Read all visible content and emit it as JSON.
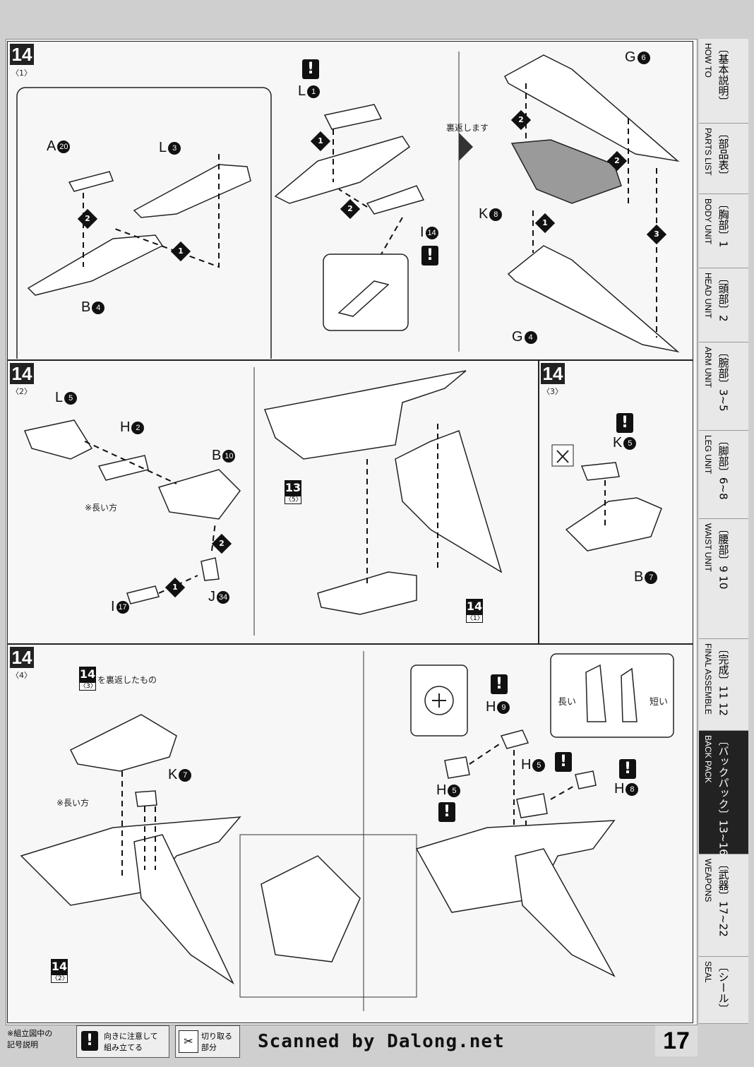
{
  "steps": {
    "s14_1": {
      "number": "14",
      "sub": "〈1〉"
    },
    "s14_2": {
      "number": "14",
      "sub": "〈2〉"
    },
    "s14_3": {
      "number": "14",
      "sub": "〈3〉"
    },
    "s14_4": {
      "number": "14",
      "sub": "〈4〉"
    }
  },
  "parts": {
    "a20": {
      "letter": "A",
      "num": "20"
    },
    "l3": {
      "letter": "L",
      "num": "3"
    },
    "b4": {
      "letter": "B",
      "num": "4"
    },
    "l1": {
      "letter": "L",
      "num": "1"
    },
    "i14": {
      "letter": "I",
      "num": "14"
    },
    "g6": {
      "letter": "G",
      "num": "6"
    },
    "k8": {
      "letter": "K",
      "num": "8"
    },
    "g4": {
      "letter": "G",
      "num": "4"
    },
    "l5": {
      "letter": "L",
      "num": "5"
    },
    "h2": {
      "letter": "H",
      "num": "2"
    },
    "b10": {
      "letter": "B",
      "num": "10"
    },
    "i17": {
      "letter": "I",
      "num": "17"
    },
    "j34": {
      "letter": "J",
      "num": "34"
    },
    "k5": {
      "letter": "K",
      "num": "5"
    },
    "b7": {
      "letter": "B",
      "num": "7"
    },
    "k7": {
      "letter": "K",
      "num": "7"
    },
    "h9": {
      "letter": "H",
      "num": "9"
    },
    "h5a": {
      "letter": "H",
      "num": "5"
    },
    "h5b": {
      "letter": "H",
      "num": "5"
    },
    "h8": {
      "letter": "H",
      "num": "8"
    }
  },
  "notes": {
    "flip": "裏返します",
    "long1": "※長い方",
    "long2": "※長い方",
    "flipped_ref": "を裏返したもの",
    "long_label": "長い",
    "short_label": "短い"
  },
  "refs": {
    "r13_5": {
      "n": "13",
      "s": "〈5〉"
    },
    "r14_1": {
      "n": "14",
      "s": "〈1〉"
    },
    "r14_3": {
      "n": "14",
      "s": "〈3〉"
    },
    "r14_2": {
      "n": "14",
      "s": "〈2〉"
    }
  },
  "tabs": [
    {
      "jp": "〔基本説明〕",
      "en": "HOW TO"
    },
    {
      "jp": "〔部品表〕",
      "en": "PARTS LIST"
    },
    {
      "jp": "〔胸部〕1",
      "en": "BODY UNIT"
    },
    {
      "jp": "〔頭部〕2",
      "en": "HEAD UNIT"
    },
    {
      "jp": "〔腕部〕3~5",
      "en": "ARM UNIT"
    },
    {
      "jp": "〔脚部〕6~8",
      "en": "LEG UNIT"
    },
    {
      "jp": "〔腰部〕9 10",
      "en": "WAIST UNIT"
    },
    {
      "jp": "〔完成〕11 12",
      "en": "FINAL ASSEMBLE"
    },
    {
      "jp": "〔バックパック〕13~16",
      "en": "BACK PACK"
    },
    {
      "jp": "〔武器〕17~22",
      "en": "WEAPONS"
    },
    {
      "jp": "〔シール〕",
      "en": "SEAL"
    }
  ],
  "footer": {
    "legend_title_1": "※組立図中の",
    "legend_title_2": "記号説明",
    "warn_text_1": "向きに注意して",
    "warn_text_2": "組み立てる",
    "cut_text_1": "切り取る",
    "cut_text_2": "部分",
    "credit": "Scanned by Dalong.net",
    "page_number": "17"
  }
}
